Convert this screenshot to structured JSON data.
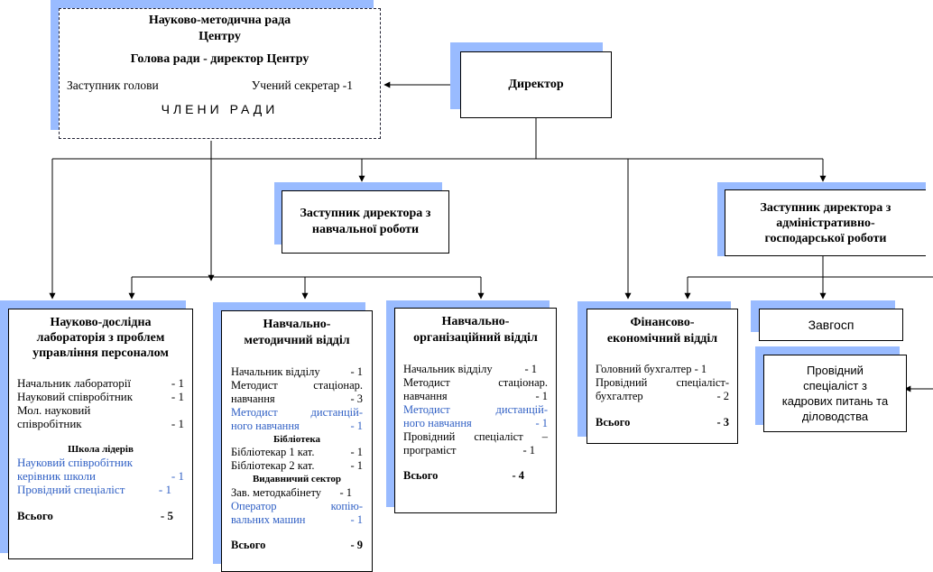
{
  "council": {
    "title_line1": "Науково-методична рада",
    "title_line2": "Центру",
    "head": "Голова ради - директор Центру",
    "deputy": "Заступник голови",
    "secretary": "Учений секретар -1",
    "members": "ЧЛЕНИ РАДИ"
  },
  "director": {
    "title": "Директор"
  },
  "deputy_edu": {
    "line1": "Заступник директора з",
    "line2": "навчальної роботи"
  },
  "deputy_admin": {
    "line1": "Заступник директора з",
    "line2": "адміністративно-",
    "line3": "господарської роботи"
  },
  "lab": {
    "title_line1": "Науково-дослідна",
    "title_line2": "лабораторія з проблем",
    "title_line3": "управління персоналом",
    "rows": [
      {
        "label": "Начальник лабораторії",
        "value": "- 1"
      },
      {
        "label": "Науковий співробітник",
        "value": "- 1"
      }
    ],
    "junior_line1": "Мол. науковий",
    "junior_line2": "співробітник",
    "junior_value": "- 1",
    "school_title": "Школа лідерів",
    "school_row1": "Науковий співробітник",
    "school_row2_label": "керівник школи",
    "school_row2_value": "- 1",
    "school_row3_label": "Провідний спеціаліст",
    "school_row3_value": "- 1",
    "total_label": "Всього",
    "total_value": "- 5"
  },
  "method": {
    "title_line1": "Навчально-",
    "title_line2": "методичний відділ",
    "r1_label": "Начальник відділу",
    "r1_value": "- 1",
    "r2_line1": "Методист стаціонар.",
    "r2_line2": "навчання",
    "r2_value": "- 3",
    "r3_line1": "Методист дистанцій-",
    "r3_line2": "ного навчання",
    "r3_value": "- 1",
    "library_title": "Бібліотека",
    "lib1_label": "Бібліотекар 1 кат.",
    "lib1_value": "- 1",
    "lib2_label": "Бібліотекар 2 кат.",
    "lib2_value": "- 1",
    "publish_title": "Видавничий сектор",
    "pub1_label": "Зав. методкабінету",
    "pub1_value": "- 1",
    "pub2_line1": "Оператор копію-",
    "pub2_line2": "вальних машин",
    "pub2_value": "- 1",
    "total_label": "Всього",
    "total_value": "- 9"
  },
  "org": {
    "title_line1": "Навчально-",
    "title_line2": "організаційний відділ",
    "r1_label": "Начальник відділу",
    "r1_value": "- 1",
    "r2_line1": "Методист стаціонар.",
    "r2_line2": "навчання",
    "r2_value": "- 1",
    "r3_line1": "Методист дистанцій-",
    "r3_line2": "ного навчання",
    "r3_value": "- 1",
    "r4_line1": "Провідний спеціаліст –",
    "r4_line2": "програміст",
    "r4_value": "- 1",
    "total_label": "Всього",
    "total_value": "- 4"
  },
  "finance": {
    "title_line1": "Фінансово-",
    "title_line2": "економічний відділ",
    "r1": "Головний бухгалтер - 1",
    "r2_line1": "Провідний спеціаліст-",
    "r2_line2": "бухгалтер",
    "r2_value": "- 2",
    "total_label": "Всього",
    "total_value": "- 3"
  },
  "supply": {
    "title": "Завгосп"
  },
  "hr": {
    "line1": "Провідний",
    "line2": "спеціаліст з",
    "line3": "кадрових питань та",
    "line4": "діловодства"
  },
  "colors": {
    "shadow": "#99bbff",
    "accent_text": "#2f5fc4"
  }
}
